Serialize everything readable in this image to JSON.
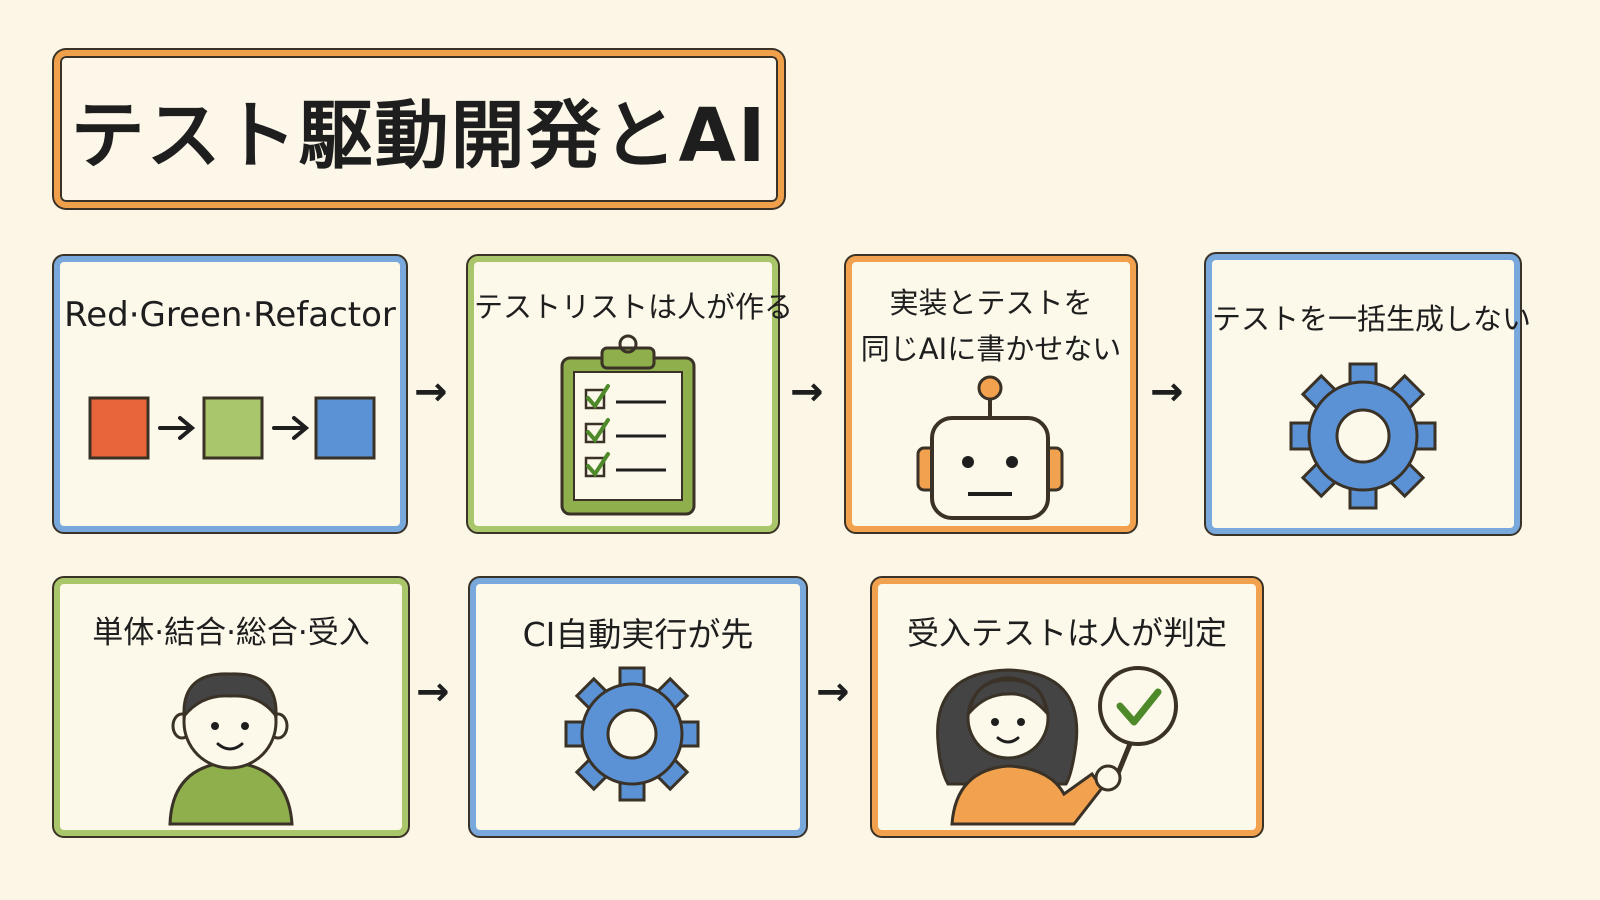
{
  "title": "テスト駆動開発とAI",
  "colors": {
    "blue": "#79a8dc",
    "green": "#a9c66b",
    "orange": "#f2a24e",
    "red": "#e8653b",
    "background": "#fbf6e6"
  },
  "arrow_glyph": "→",
  "cards": [
    {
      "label": "Red·Green·Refactor",
      "icon": "red-green-blue-squares-icon",
      "color": "blue"
    },
    {
      "label": "テストリストは人が作る",
      "icon": "clipboard-checklist-icon",
      "color": "green"
    },
    {
      "label_lines": [
        "実装とテストを",
        "同じAIに書かせない"
      ],
      "icon": "robot-icon",
      "color": "orange"
    },
    {
      "label": "テストを一括生成しない",
      "icon": "gear-icon",
      "color": "blue"
    },
    {
      "label": "単体·結合·総合·受入",
      "icon": "person-icon",
      "color": "green"
    },
    {
      "label": "CI自動実行が先",
      "icon": "gear-icon",
      "color": "blue"
    },
    {
      "label": "受入テストは人が判定",
      "icon": "person-with-check-sign-icon",
      "color": "orange"
    }
  ]
}
